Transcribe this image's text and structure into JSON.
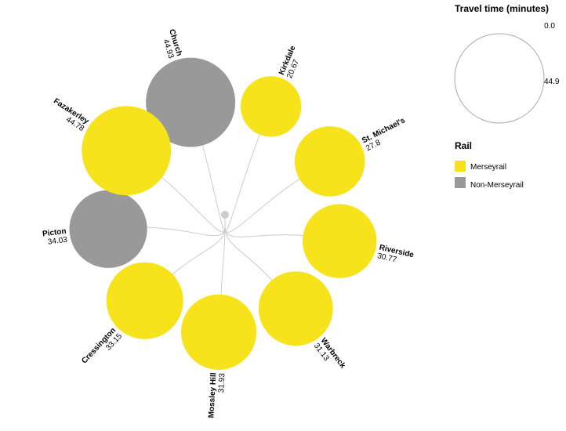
{
  "chart_data": {
    "type": "radial-bubble",
    "stations": [
      {
        "name": "Church",
        "value": 44.93,
        "rail": "Non-Merseyrail"
      },
      {
        "name": "Kirkdale",
        "value": 20.67,
        "rail": "Merseyrail"
      },
      {
        "name": "St. Michael's",
        "value": 27.8,
        "rail": "Merseyrail"
      },
      {
        "name": "Riverside",
        "value": 30.77,
        "rail": "Merseyrail"
      },
      {
        "name": "Warbreck",
        "value": 31.13,
        "rail": "Merseyrail"
      },
      {
        "name": "Mossley Hill",
        "value": 31.93,
        "rail": "Merseyrail"
      },
      {
        "name": "Cressington",
        "value": 33.15,
        "rail": "Merseyrail"
      },
      {
        "name": "Picton",
        "value": 34.03,
        "rail": "Non-Merseyrail"
      },
      {
        "name": "Fazakerley",
        "value": 44.78,
        "rail": "Merseyrail"
      }
    ],
    "size_legend": {
      "title": "Travel time (minutes)",
      "min_label": "0.0",
      "max_label": "44.9"
    },
    "color_legend": {
      "title": "Rail",
      "items": [
        {
          "label": "Merseyrail",
          "color": "#f7e31b"
        },
        {
          "label": "Non-Merseyrail",
          "color": "#999999"
        }
      ]
    },
    "colors": {
      "Merseyrail": "#f7e31b",
      "Non-Merseyrail": "#999999",
      "link": "#cccccc",
      "hub": "#cccccc"
    }
  }
}
